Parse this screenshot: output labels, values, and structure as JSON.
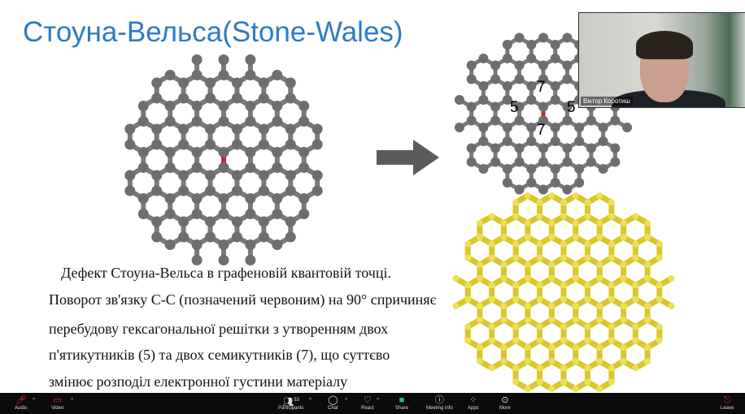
{
  "slide": {
    "title": "Стоуна-Вельса(Stone-Wales)",
    "ring_labels": [
      "7",
      "5",
      "5",
      "7"
    ],
    "paragraph": [
      "Дефект Стоуна-Вельса в графеновій квантовій точці.",
      "Поворот зв'язку C-C (позначений червоним) на 90° спричиняє",
      "перебудову гексагональної решітки з утворенням двох",
      "п'ятикутників (5) та двох семикутників (7), що суттєво",
      "змінює розподіл електронної густини матеріалу"
    ]
  },
  "video": {
    "participant_name": "Віктор Коротиш"
  },
  "toolbar": {
    "audio": "Audio",
    "video": "Video",
    "participants": "Participants",
    "participants_count": "53",
    "chat": "Chat",
    "react": "React",
    "share": "Share",
    "meeting_info": "Meeting info",
    "apps": "Apps",
    "more": "More",
    "leave": "Leave"
  },
  "colors": {
    "title": "#2e7bc4",
    "atom": "#6e6e6e",
    "bond_defect": "#c8282a",
    "gold": "#e3d23a",
    "share": "#22c55e"
  }
}
